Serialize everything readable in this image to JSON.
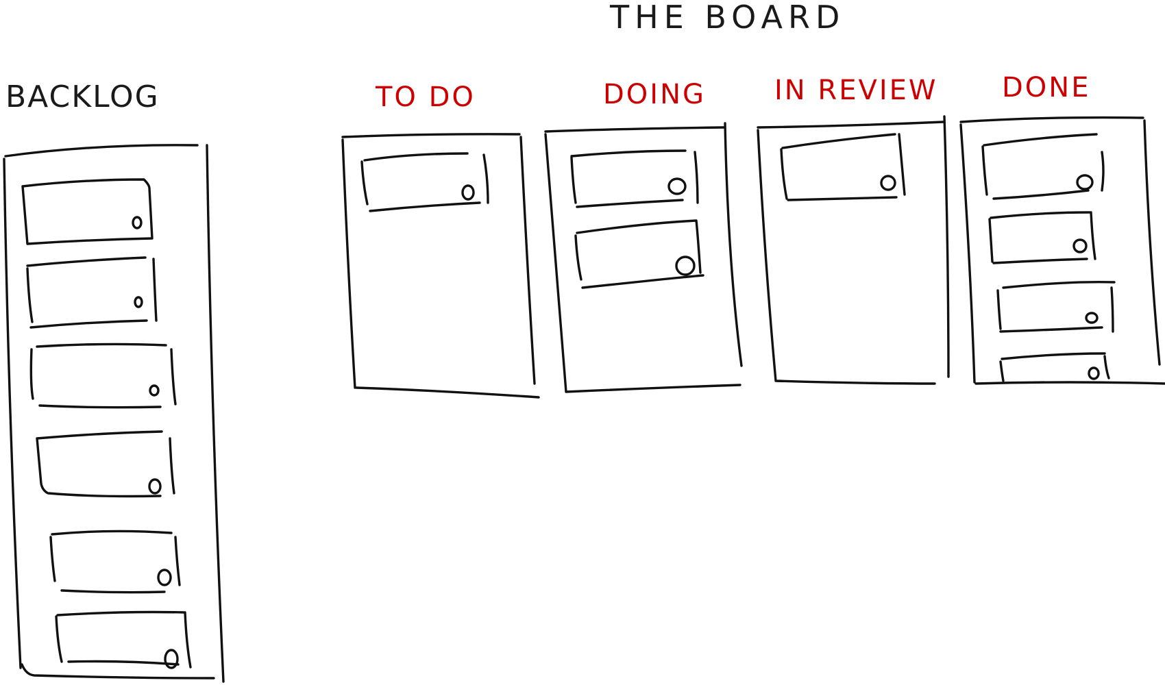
{
  "board": {
    "title": "THE  BOARD",
    "backlog_label": "BACKLOG",
    "columns": [
      {
        "label": "TO DO",
        "card_count": 1
      },
      {
        "label": "DOING",
        "card_count": 2
      },
      {
        "label": "IN REVIEW",
        "card_count": 1
      },
      {
        "label": "DONE",
        "card_count": 4
      }
    ],
    "backlog_card_count": 6
  },
  "colors": {
    "ink": "#111111",
    "column_label": "#cc0000",
    "background": "#ffffff"
  },
  "icons": {
    "card_marker": "small-circle-icon"
  }
}
